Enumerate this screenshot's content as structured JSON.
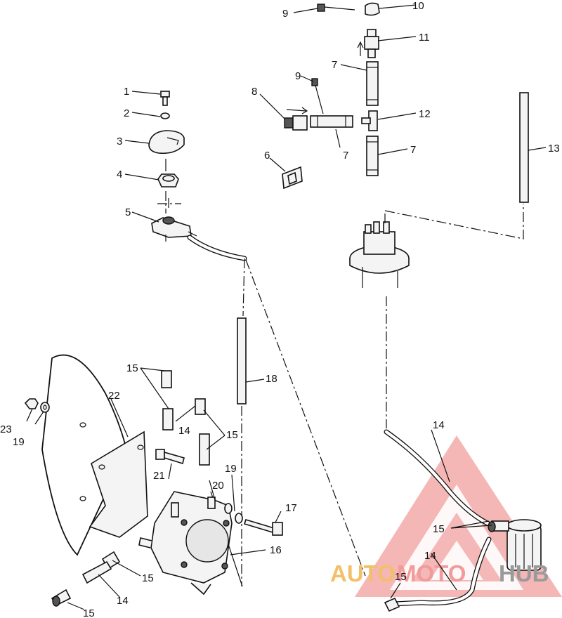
{
  "callouts": [
    "1",
    "2",
    "3",
    "4",
    "5",
    "6",
    "7",
    "7",
    "7",
    "8",
    "9",
    "9",
    "10",
    "11",
    "12",
    "13",
    "14",
    "14",
    "14",
    "14",
    "15",
    "15",
    "15",
    "15",
    "15",
    "15",
    "16",
    "17",
    "18",
    "19",
    "19",
    "20",
    "21",
    "22",
    "23"
  ],
  "watermark": {
    "part1": "AUTO",
    "part2": "MOTO",
    "part3": "HUB",
    "colors": {
      "triangle": "#f08c8c",
      "auto": "#f3c06a",
      "moto": "#f39a9a",
      "hub": "#9a9a9a"
    }
  }
}
